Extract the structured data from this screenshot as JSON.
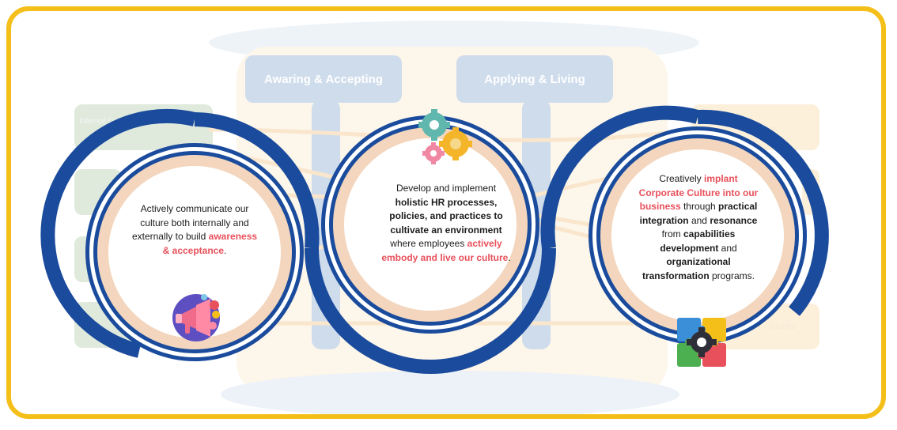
{
  "phases": {
    "left": "Awaring & Accepting",
    "right": "Applying & Living"
  },
  "faded_labels": {
    "left_top": "Internal Com",
    "right_top": "es",
    "right_bottom": "ributors"
  },
  "circle1": {
    "t1": "Actively communicate our culture both internally and externally to build ",
    "h1": "awareness & acceptance",
    "t2": "."
  },
  "circle2": {
    "t1": "Develop and implement ",
    "b1": "holistic HR processes, policies, and practices to cultivate an environment",
    "t2": " where employees ",
    "h1": "actively embody and live our culture",
    "t3": "."
  },
  "circle3": {
    "t1": "Creatively ",
    "h1": "implant Corporate Culture into our business",
    "t2": " through ",
    "b1": "practical integration",
    "t3": " and ",
    "b2": "resonance",
    "t4": " from ",
    "b3": "capabilities development",
    "t5": " and ",
    "b4": "organizational transformation",
    "t6": " programs."
  },
  "colors": {
    "frame": "#f5bf1a",
    "ring_blue": "#1a4b9c",
    "ring_peach": "#f3d6bd",
    "highlight": "#e8505b",
    "phase_box": "#cfdcec"
  },
  "icons": [
    "megaphone-icon",
    "gears-icon",
    "puzzle-gear-icon"
  ]
}
